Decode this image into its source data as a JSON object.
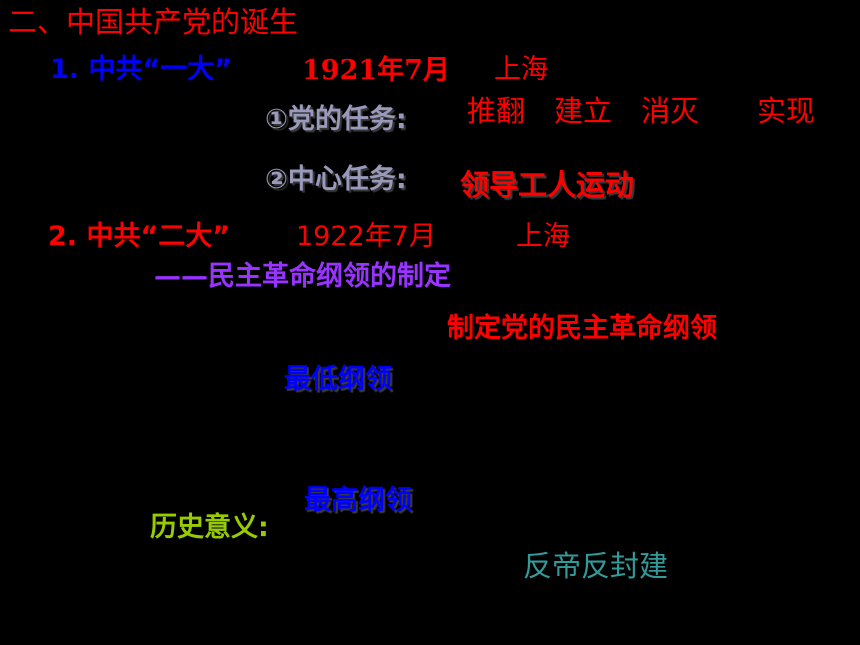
{
  "colors": {
    "background": "#000000",
    "red": "#ff0000",
    "blue": "#0000ff",
    "purple": "#9933ff",
    "lime": "#99cc00",
    "teal": "#339999",
    "gray": "#9999bb"
  },
  "section_title": "二、中国共产党的诞生",
  "first_congress": {
    "heading": "1. 中共“一大”",
    "date": "1921年7月",
    "place": "上海",
    "task_label": "①党的任务:",
    "task_value": "推翻　建立　消灭　　实现",
    "center_label": "②中心任务:",
    "center_value": "领导工人运动"
  },
  "second_congress": {
    "heading": "2. 中共“二大”",
    "date": "1922年7月",
    "place": "上海",
    "subtitle": "——民主革命纲领的制定",
    "program": "制定党的民主革命纲领",
    "minimum": "最低纲领",
    "maximum": "最高纲领",
    "significance_label": "历史意义:",
    "anti_feudal": "反帝反封建"
  }
}
